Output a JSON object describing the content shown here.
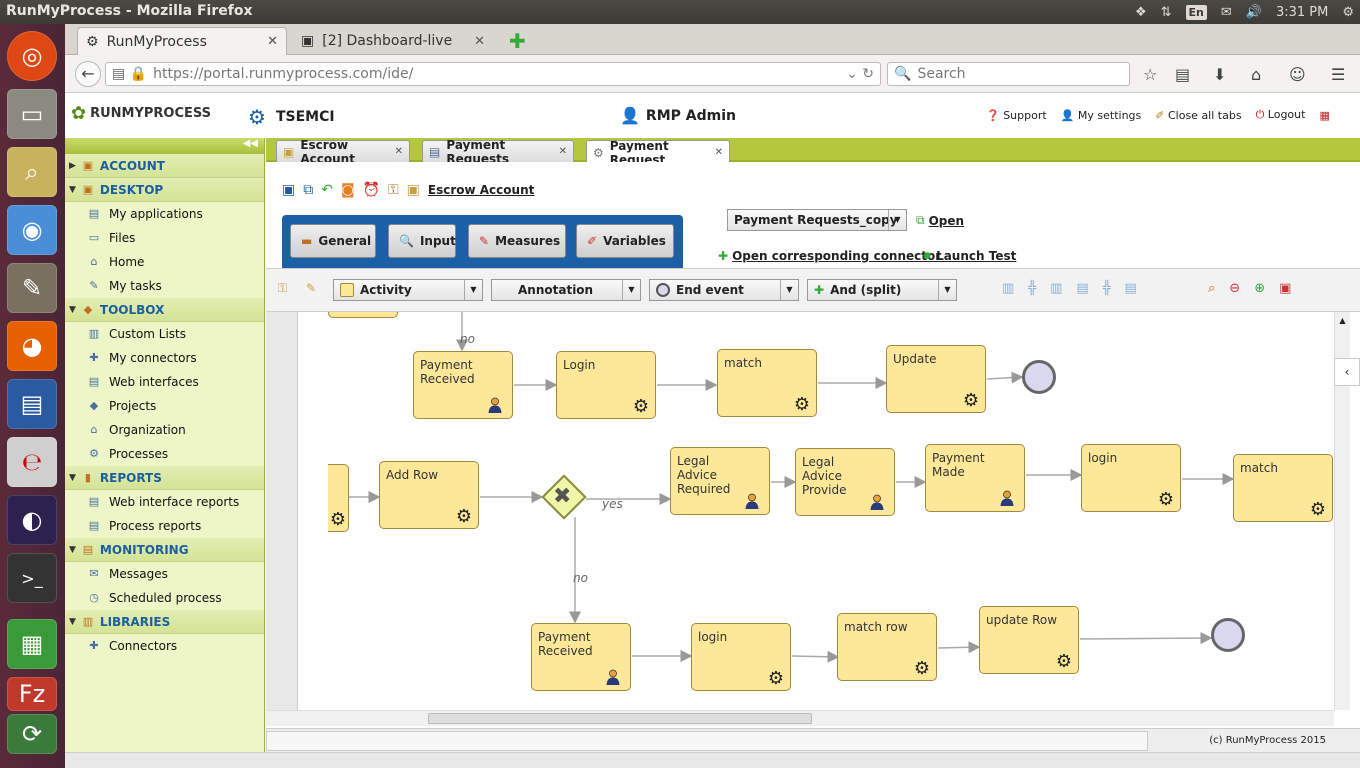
{
  "system": {
    "window_title": "RunMyProcess - Mozilla Firefox",
    "lang": "En",
    "clock": "3:31 PM"
  },
  "browser": {
    "tabs": [
      {
        "label": "RunMyProcess"
      },
      {
        "label": "[2] Dashboard-live"
      }
    ],
    "url": "https://portal.runmyprocess.com/ide/",
    "search_placeholder": "Search"
  },
  "app": {
    "logo": "RUNMYPROCESS",
    "tenant": "TSEMCI",
    "user": "RMP Admin",
    "header_links": [
      "Support",
      "My settings",
      "Close all tabs",
      "Logout"
    ]
  },
  "sidebar": {
    "sections": [
      {
        "label": "ACCOUNT",
        "items": []
      },
      {
        "label": "DESKTOP",
        "items": [
          "My applications",
          "Files",
          "Home",
          "My tasks"
        ]
      },
      {
        "label": "TOOLBOX",
        "items": [
          "Custom Lists",
          "My connectors",
          "Web interfaces",
          "Projects",
          "Organization",
          "Processes"
        ]
      },
      {
        "label": "REPORTS",
        "items": [
          "Web interface reports",
          "Process reports"
        ]
      },
      {
        "label": "MONITORING",
        "items": [
          "Messages",
          "Scheduled process"
        ]
      },
      {
        "label": "LIBRARIES",
        "items": [
          "Connectors"
        ]
      }
    ]
  },
  "app_tabs": [
    "Escrow Account",
    "Payment Requests",
    "Payment Request"
  ],
  "editor": {
    "breadcrumb_link": "Escrow Account",
    "buttons": [
      "General",
      "Input",
      "Measures",
      "Variables"
    ],
    "version_select": "Payment Requests_copy",
    "open_link": "Open",
    "connector_link": "Open corresponding connector",
    "launch_link": "Launch Test"
  },
  "palette": {
    "activity": "Activity",
    "annotation": "Annotation",
    "end_event": "End event",
    "gateway": "And (split)"
  },
  "diagram": {
    "row1": [
      "Payment Received",
      "Login",
      "match",
      "Update"
    ],
    "row2": [
      "Add Row",
      "Legal Advice Required",
      "Legal Advice Provide",
      "Payment Made",
      "login",
      "match"
    ],
    "row3": [
      "Payment Received",
      "login",
      "match row",
      "update Row"
    ],
    "labels": {
      "no_top": "no",
      "yes": "yes",
      "no_bottom": "no"
    }
  },
  "footer": {
    "copyright": "(c) RunMyProcess 2015"
  }
}
